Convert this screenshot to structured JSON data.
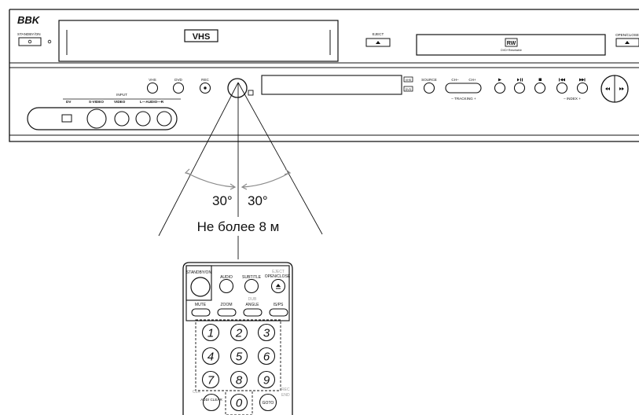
{
  "player": {
    "brand": "BBK",
    "standby_label": "STANDBY/ON",
    "vhs_label": "VHS",
    "eject_label": "EJECT",
    "rw_label": "RW",
    "dvd_tray_label": "DVD+Rewritable",
    "open_close_label": "OPEN/CLOSE",
    "input_label": "INPUT",
    "dv_label": "DV",
    "svideo_label": "S-VIDEO",
    "video_label": "VIDEO",
    "audio_label": "L—AUDIO—R",
    "btn_vhs": "VHS",
    "btn_dvd": "DVD",
    "btn_rec": "REC",
    "mode_vhs": "VHS",
    "mode_dvd": "DVD",
    "source_label": "SOURCE",
    "ch_minus": "CH–",
    "ch_plus": "CH+",
    "tracking_label": "– TRACKING +",
    "index_label": "– INDEX +"
  },
  "diagram": {
    "angle_left": "30°",
    "angle_right": "30°",
    "distance": "Не более 8 м"
  },
  "remote": {
    "standby": "STANDBY/ON",
    "audio": "AUDIO",
    "subtitle": "SUBTITLE",
    "eject_top": "EJECT",
    "eject": "OPEN/CLOSE",
    "mute": "MUTE",
    "zoom": "ZOOM",
    "angle": "ANGLE",
    "angle_top": "DUB",
    "isps": "IS/PS",
    "keys": [
      "1",
      "2",
      "3",
      "4",
      "5",
      "6",
      "7",
      "8",
      "9",
      "0"
    ],
    "add_clear": "ADD/ CLEAR",
    "goto": "GOTO",
    "left_faint": "CLR",
    "right_faint_1": "REC",
    "right_faint_2": "END"
  }
}
